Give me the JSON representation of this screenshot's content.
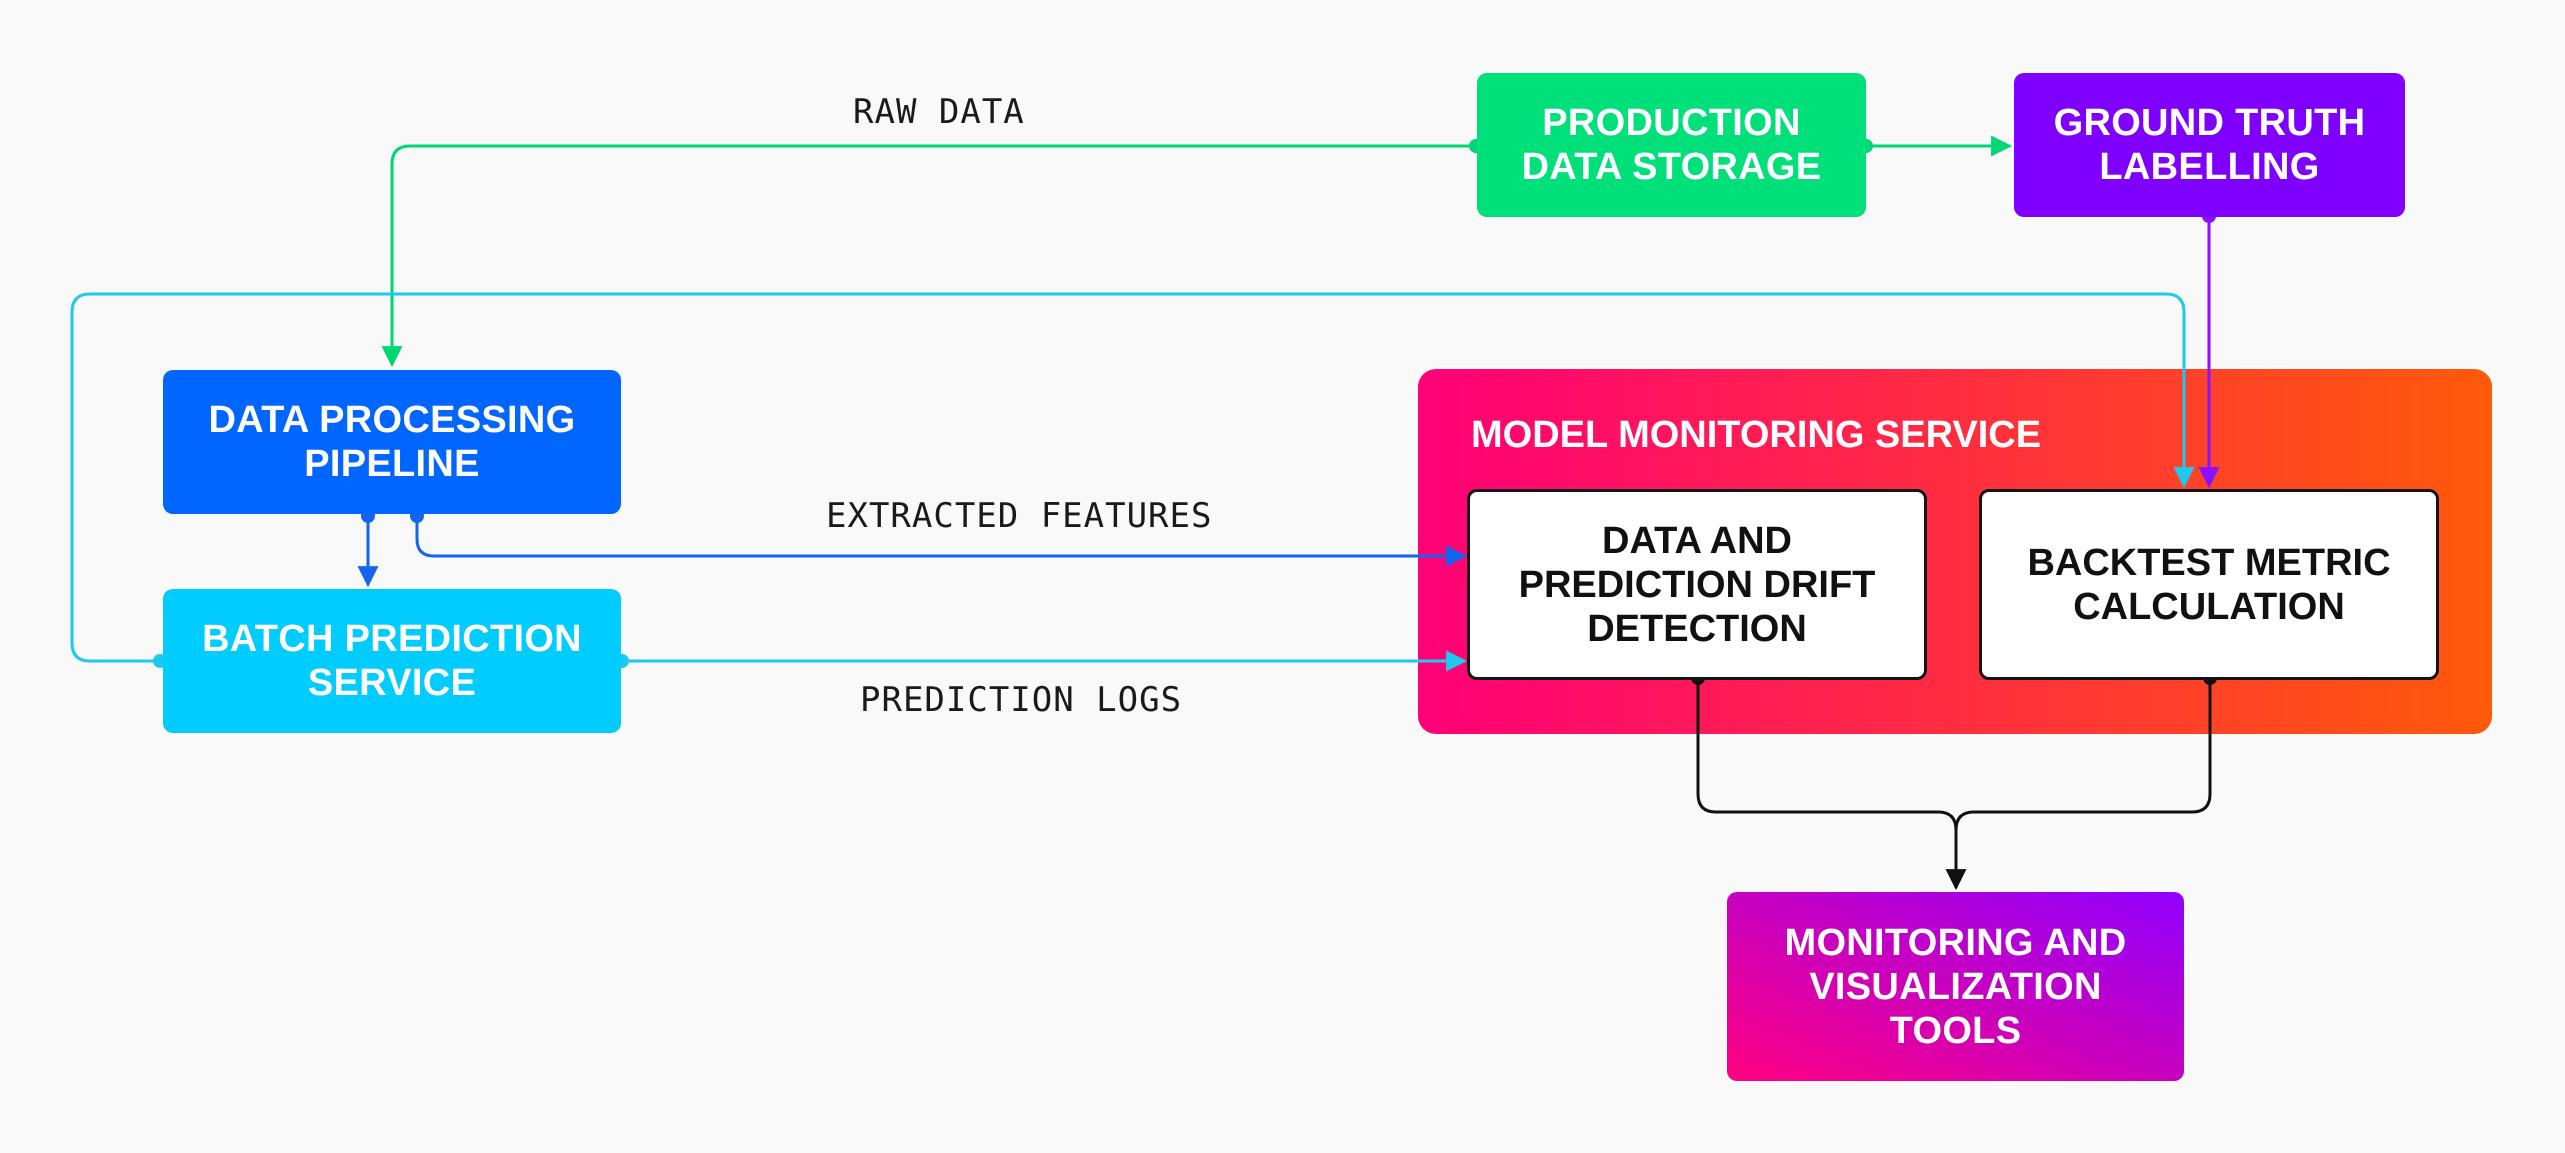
{
  "colors": {
    "background": "#f9f9f9",
    "production_storage": "#00e07a",
    "ground_truth": "#8000ff",
    "data_processing": "#0066ff",
    "batch_prediction": "#00ccff",
    "monitoring_group_start": "#ff0077",
    "monitoring_group_end": "#ff5a0a",
    "tools_start": "#ff0080",
    "tools_end": "#9000ff",
    "edge_raw_data": "#00d672",
    "edge_feedback": "#1ec8ee",
    "edge_features": "#1464f0",
    "edge_labels": "#8a10ff",
    "edge_output": "#111111"
  },
  "nodes": {
    "production_storage": "PRODUCTION\nDATA STORAGE",
    "ground_truth": "GROUND TRUTH\nLABELLING",
    "data_processing": "DATA PROCESSING\nPIPELINE",
    "batch_prediction": "BATCH PREDICTION\nSERVICE",
    "drift_detection": "DATA AND\nPREDICTION DRIFT\nDETECTION",
    "backtest": "BACKTEST METRIC\nCALCULATION",
    "tools": "MONITORING AND\nVISUALIZATION\nTOOLS"
  },
  "groups": {
    "monitoring_service": "MODEL MONITORING SERVICE"
  },
  "edges": {
    "raw_data": "RAW DATA",
    "extracted_features": "EXTRACTED FEATURES",
    "prediction_logs": "PREDICTION LOGS"
  }
}
